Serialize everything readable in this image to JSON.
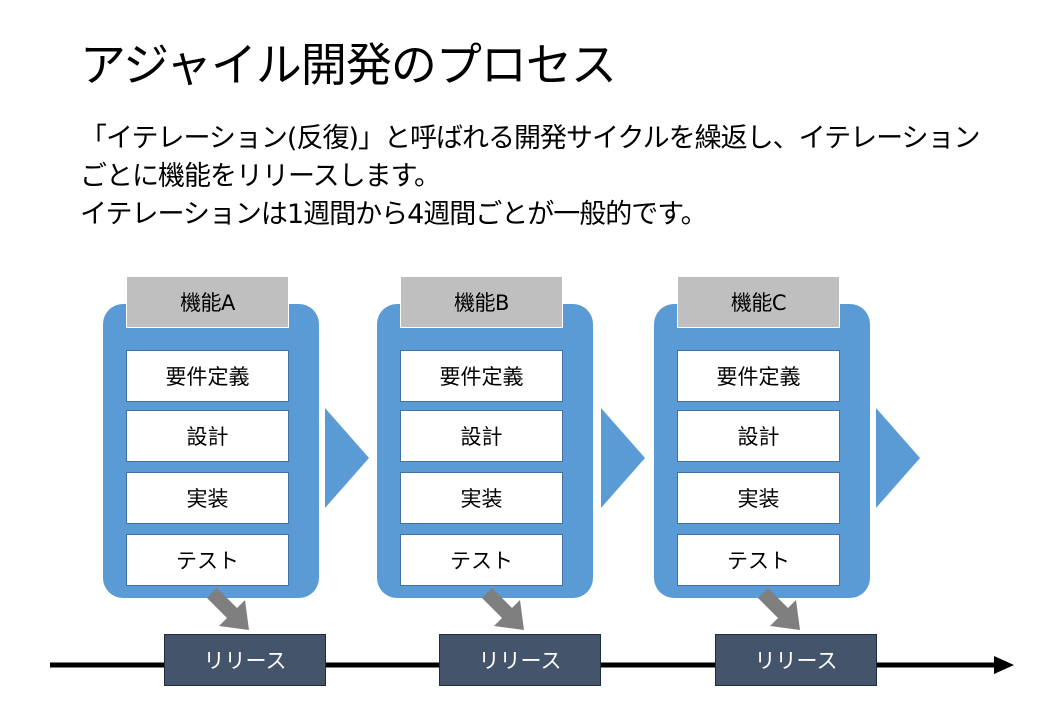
{
  "title": "アジャイル開発のプロセス",
  "description": [
    "「イテレーション(反復)」と呼ばれる開発サイクルを繰返し、イテレーション",
    "ごとに機能をリリースします。",
    "イテレーションは1週間から4週間ごとが一般的です。"
  ],
  "iterations": [
    {
      "feature": "機能A",
      "steps": [
        "要件定義",
        "設計",
        "実装",
        "テスト"
      ],
      "release": "リリース"
    },
    {
      "feature": "機能B",
      "steps": [
        "要件定義",
        "設計",
        "実装",
        "テスト"
      ],
      "release": "リリース"
    },
    {
      "feature": "機能C",
      "steps": [
        "要件定義",
        "設計",
        "実装",
        "テスト"
      ],
      "release": "リリース"
    }
  ],
  "colors": {
    "panel": "#5b9bd5",
    "feature_tab": "#bfbfbf",
    "release": "#44546a",
    "down_arrow": "#7f7f7f",
    "timeline": "#000000"
  }
}
